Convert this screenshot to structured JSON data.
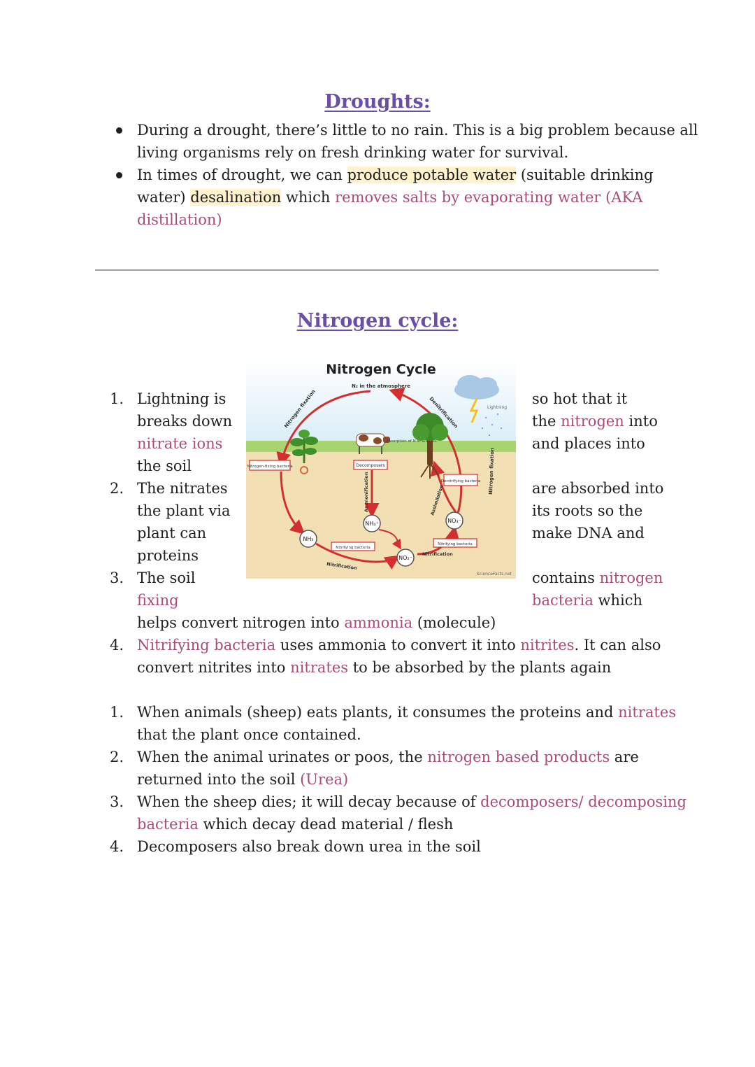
{
  "droughts": {
    "heading": "Droughts:",
    "b1_l1": "During a drought, there’s little to no rain. This is a big problem because all",
    "b1_l2": "living organisms rely on fresh drinking water for survival.",
    "b2_l1a": "In times of drought, we can ",
    "b2_l1b": "produce potable water",
    "b2_l1c": " (suitable drinking",
    "b2_l2a": "water) ",
    "b2_l2b": "desalination",
    "b2_l2c": " which ",
    "b2_l2d": "removes salts by evaporating water (AKA",
    "b2_l3": "distillation)"
  },
  "nitrogen": {
    "heading": "Nitrogen cycle:",
    "list1": {
      "n1": "1.",
      "n2": "2.",
      "n3": "3.",
      "n4": "4.",
      "i1_l1_left": "Lightning is",
      "i1_l1_right": "so hot that it",
      "i1_l2_left": "breaks down",
      "i1_l2_right_a": "the ",
      "i1_l2_right_b": "nitrogen",
      "i1_l2_right_c": " into",
      "i1_l3_left": "nitrate ions",
      "i1_l3_right": "and places into",
      "i1_l4_left": "the soil",
      "i2_l1_left": "The nitrates",
      "i2_l1_right": "are absorbed into",
      "i2_l2_left": "the plant via",
      "i2_l2_right": "its roots so the",
      "i2_l3_left": "plant can",
      "i2_l3_right": "make DNA and",
      "i2_l4_left": "proteins",
      "i3_l1_left": "The soil",
      "i3_l1_right_a": "contains ",
      "i3_l1_right_b": "nitrogen",
      "i3_l2_left": "fixing",
      "i3_l2_right_a": "bacteria",
      "i3_l2_right_b": " which",
      "i3_l3a": "helps convert nitrogen into ",
      "i3_l3b": "ammonia",
      "i3_l3c": " (molecule)",
      "i4_l1a": "Nitrifying bacteria",
      "i4_l1b": " uses ammonia to convert it into ",
      "i4_l1c": "nitrites",
      "i4_l1d": ". It can also",
      "i4_l2a": "convert nitrites into ",
      "i4_l2b": "nitrates",
      "i4_l2c": " to be absorbed by the plants again"
    },
    "list2": {
      "n1": "1.",
      "n2": "2.",
      "n3": "3.",
      "n4": "4.",
      "i1_l1a": "When animals (sheep) eats plants, it consumes the proteins and ",
      "i1_l1b": "nitrates",
      "i1_l2": "that the plant once contained.",
      "i2_l1a": "When the animal urinates or poos, the ",
      "i2_l1b": "nitrogen based products",
      "i2_l1c": " are",
      "i2_l2a": "returned into the soil ",
      "i2_l2b": "(Urea)",
      "i3_l1a": "When the sheep dies; it will decay because of ",
      "i3_l1b": "decomposers/ decomposing",
      "i3_l2a": "bacteria",
      "i3_l2b": " which decay dead material / flesh",
      "i4_l1": "Decomposers also break down urea in the soil"
    }
  },
  "diagram": {
    "title": "Nitrogen Cycle",
    "atmosphere": "N₂ in the atmosphere",
    "fixation": "Nitrogen fixation",
    "denitrification": "Denitrification",
    "lightning": "Lightning",
    "fixation_right": "Nitrogen fixation",
    "absorption": "Absorption of N in animals",
    "nfix_bacteria": "Nitrogen-fixing bacteria",
    "decomposers": "Decomposers",
    "denitrifying": "Denitrifying bacteria",
    "ammonification": "Ammonification",
    "assimilation": "Assimilation",
    "nh4": "NH₄⁺",
    "nh3": "NH₃",
    "no2": "NO₂⁻",
    "no3": "NO₃⁻",
    "nitrifying1": "Nitrifying bacteria",
    "nitrifying2": "Nitrifying bacteria",
    "nitrification1": "Nitrification",
    "nitrification2": "Nitrification",
    "credit": "ScienceFacts.net"
  },
  "colors": {
    "heading": "#6a4ea8",
    "pink": "#a64d79",
    "highlight": "#fff2cc",
    "arrow": "#d32f2f"
  }
}
